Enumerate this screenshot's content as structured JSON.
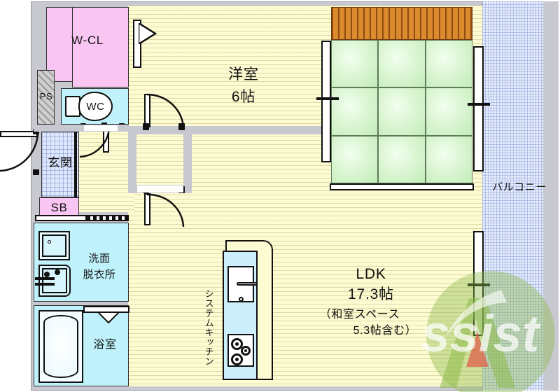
{
  "document": {
    "type": "floor-plan",
    "language": "ja",
    "watermark": "Assist",
    "watermark_colors": {
      "green": "#8cb94a",
      "red": "#e0614e",
      "blue": "#9fb8e0"
    }
  },
  "palette": {
    "wall": "#c8c8d0",
    "ldk_floor": "#fdfbd2",
    "closet_pink": "#f9c6f3",
    "water_cyan": "#bff2fb",
    "entry_blue": "#dfe8fb",
    "balcony_blue": "#e4ebfb",
    "tatami_green": "#cdf0c2",
    "oshiire_orange": "#db8a2e",
    "ps_hatch_gray": "#b0b0b0",
    "outline": "#111111"
  },
  "rooms": [
    {
      "id": "wcl",
      "label": "W-CL",
      "kind": "walk-in-closet",
      "fill": "closet_pink"
    },
    {
      "id": "ps",
      "label": "PS",
      "kind": "pipe-space",
      "fill": "ps_hatch_gray"
    },
    {
      "id": "wc",
      "label": "WC",
      "kind": "toilet",
      "fill": "water_cyan"
    },
    {
      "id": "genkan",
      "label": "玄関",
      "kind": "entrance",
      "fill": "entry_blue"
    },
    {
      "id": "sb",
      "label": "SB",
      "kind": "shoe-box",
      "fill": "closet_pink"
    },
    {
      "id": "senmen",
      "label": "洗面\n脱衣所",
      "kind": "washroom",
      "fill": "water_cyan"
    },
    {
      "id": "yokushitsu",
      "label": "浴室",
      "kind": "bathroom",
      "fill": "water_cyan"
    },
    {
      "id": "youshitsu",
      "label": "洋室\n6帖",
      "kind": "western-room",
      "fill": "ldk_floor"
    },
    {
      "id": "ldk",
      "label": "LDK\n17.3帖",
      "kind": "living-dining-kitchen",
      "fill": "ldk_floor"
    },
    {
      "id": "kitchen",
      "label": "システムキッチン",
      "kind": "system-kitchen",
      "fill": "water_cyan"
    },
    {
      "id": "balcony",
      "label": "バルコニー",
      "kind": "balcony",
      "fill": "balcony_blue"
    },
    {
      "id": "washitsu",
      "label": "",
      "kind": "tatami-space",
      "fill": "tatami_green"
    },
    {
      "id": "oshiire",
      "label": "",
      "kind": "closet",
      "fill": "oshiire_orange"
    }
  ],
  "labels": {
    "wcl": "W-CL",
    "ps": "PS",
    "wc": "WC",
    "genkan": "玄関",
    "sb": "SB",
    "senmen_line1": "洗面",
    "senmen_line2": "脱衣所",
    "yokushitsu": "浴室",
    "youshitsu_name": "洋室",
    "youshitsu_size": "6帖",
    "ldk_name": "LDK",
    "ldk_size": "17.3帖",
    "ldk_note1": "（和室スペース",
    "ldk_note2": "5.3帖含む）",
    "kitchen": "システムキッチン",
    "balcony": "バルコニー"
  },
  "areas": {
    "youshitsu_jo": "6帖",
    "ldk_jo": "17.3帖",
    "washitsu_space_jo": "5.3帖"
  },
  "fixtures": [
    {
      "name": "toilet-fixture",
      "room": "wc"
    },
    {
      "name": "washing-machine-pan",
      "room": "senmen"
    },
    {
      "name": "vanity-sink",
      "room": "senmen"
    },
    {
      "name": "bathtub",
      "room": "yokushitsu"
    },
    {
      "name": "kitchen-sink",
      "room": "kitchen"
    },
    {
      "name": "gas-stove-3burner",
      "room": "kitchen"
    },
    {
      "name": "counter",
      "room": "kitchen"
    }
  ],
  "openings": [
    {
      "name": "entrance-door",
      "type": "hinged",
      "room": "genkan"
    },
    {
      "name": "wc-door",
      "type": "hinged",
      "room": "wc"
    },
    {
      "name": "washroom-door",
      "type": "hinged",
      "room": "senmen"
    },
    {
      "name": "bathroom-door",
      "type": "folding",
      "room": "yokushitsu"
    },
    {
      "name": "youshitsu-door",
      "type": "hinged",
      "room": "youshitsu"
    },
    {
      "name": "ldk-door",
      "type": "hinged",
      "room": "ldk"
    },
    {
      "name": "wcl-door",
      "type": "hinged",
      "room": "wcl"
    },
    {
      "name": "washitsu-sliding-door",
      "type": "sliding",
      "room": "washitsu"
    },
    {
      "name": "balcony-window-upper",
      "type": "sliding-window",
      "room": "balcony"
    },
    {
      "name": "balcony-window-lower",
      "type": "sliding-window",
      "room": "balcony"
    }
  ]
}
